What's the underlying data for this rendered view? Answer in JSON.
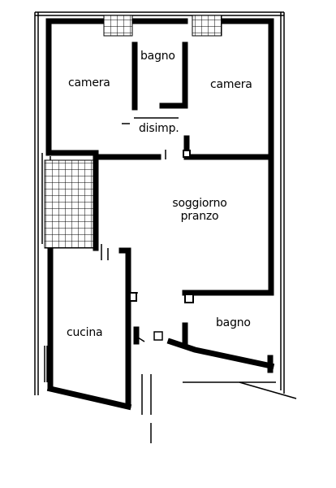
{
  "rooms": {
    "camera_left": "camera",
    "bagno_top": "bagno",
    "camera_right": "camera",
    "disimpegno": "disimp.",
    "soggiorno_line1": "soggiorno",
    "soggiorno_line2": "pranzo",
    "cucina": "cucina",
    "bagno_bottom": "bagno"
  },
  "colors": {
    "walls": "#000000",
    "background": "#ffffff"
  }
}
